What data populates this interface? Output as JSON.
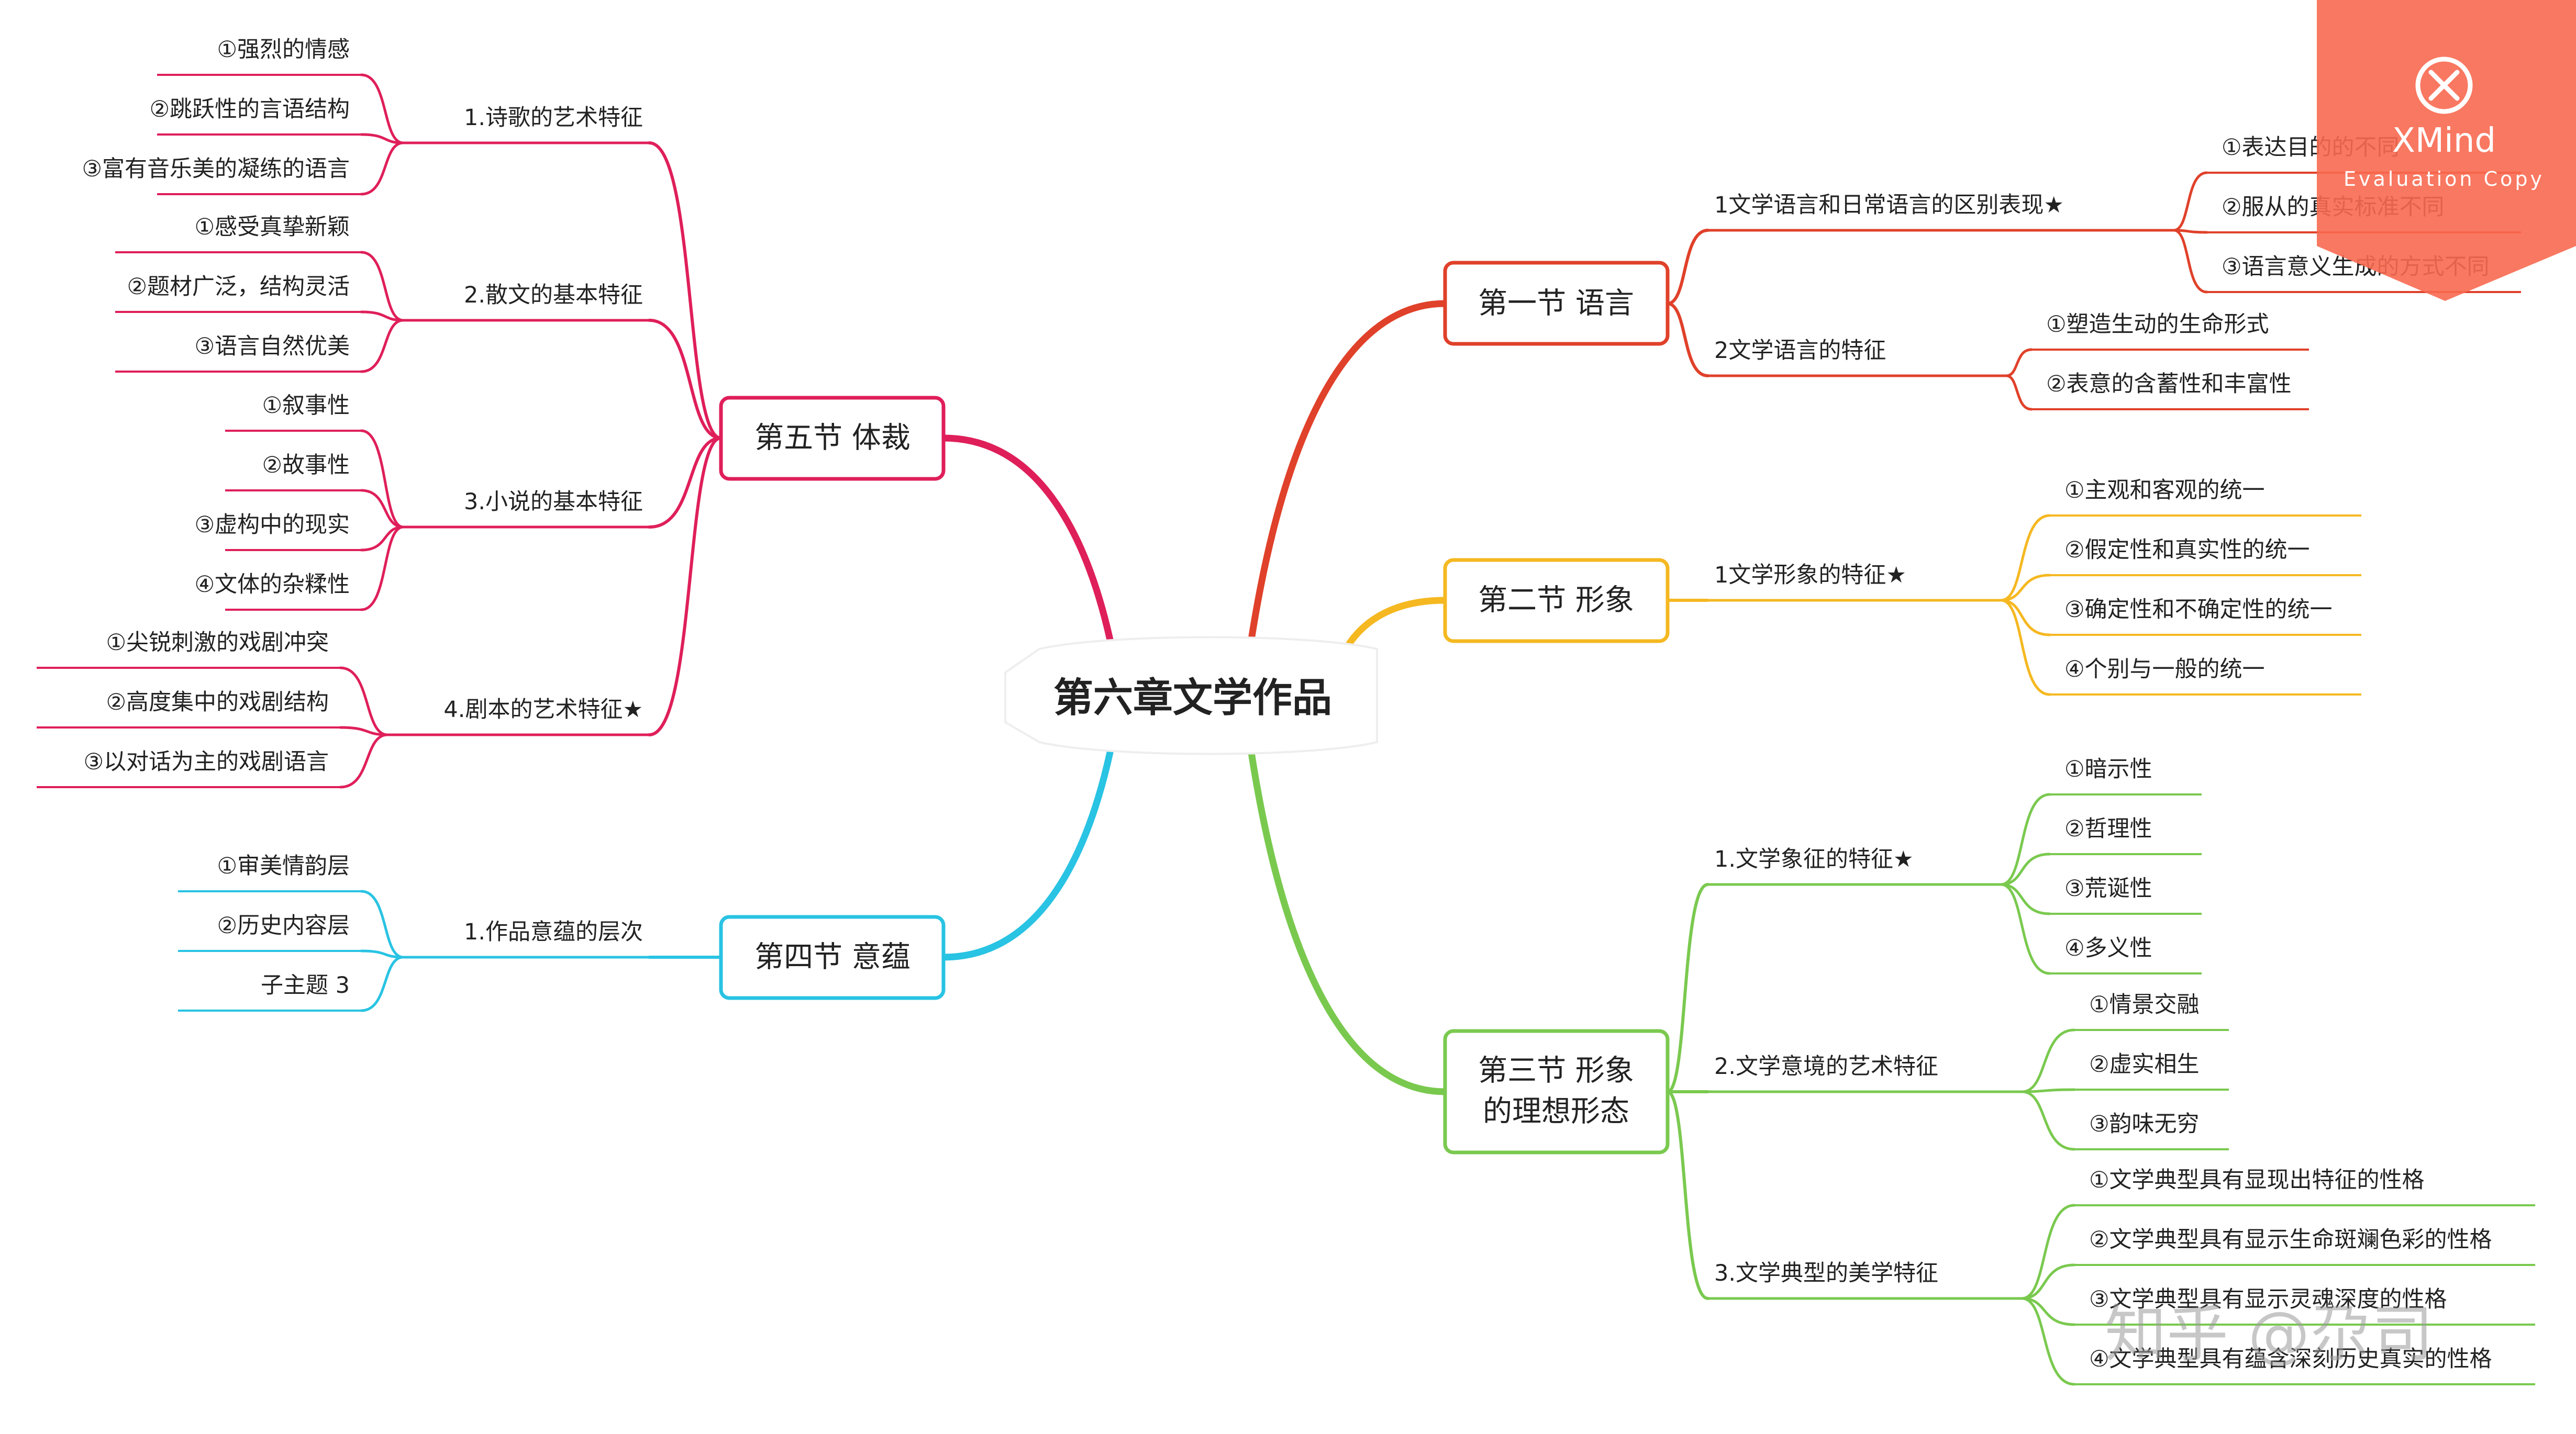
{
  "colors": {
    "language": "#e0412a",
    "image": "#f5b821",
    "ideal": "#7ac94f",
    "meaning": "#29c3e3",
    "genre": "#df1f5a",
    "watermark_bg": "#f86950"
  },
  "center": {
    "title": "第六章文学作品"
  },
  "sections": {
    "language": {
      "title": "第一节 语言",
      "subs": [
        {
          "label": "1文学语言和日常语言的区别表现★",
          "leaves": [
            "①表达目的的不同",
            "②服从的真实标准不同",
            "③语言意义生成的方式不同"
          ]
        },
        {
          "label": "2文学语言的特征",
          "leaves": [
            "①塑造生动的生命形式",
            "②表意的含蓄性和丰富性"
          ]
        }
      ]
    },
    "image": {
      "title": "第二节 形象",
      "subs": [
        {
          "label": "1文学形象的特征★",
          "leaves": [
            "①主观和客观的统一",
            "②假定性和真实性的统一",
            "③确定性和不确定性的统一",
            "④个别与一般的统一"
          ]
        }
      ]
    },
    "ideal": {
      "title_line1": "第三节 形象",
      "title_line2": "的理想形态",
      "subs": [
        {
          "label": "1.文学象征的特征★",
          "leaves": [
            "①暗示性",
            "②哲理性",
            "③荒诞性",
            "④多义性"
          ]
        },
        {
          "label": "2.文学意境的艺术特征",
          "leaves": [
            "①情景交融",
            "②虚实相生",
            "③韵味无穷"
          ]
        },
        {
          "label": "3.文学典型的美学特征",
          "leaves": [
            "①文学典型具有显现出特征的性格",
            "②文学典型具有显示生命斑斓色彩的性格",
            "③文学典型具有显示灵魂深度的性格",
            "④文学典型具有蕴含深刻历史真实的性格"
          ]
        }
      ]
    },
    "meaning": {
      "title": "第四节 意蕴",
      "subs": [
        {
          "label": "1.作品意蕴的层次",
          "leaves": [
            "①审美情韵层",
            "②历史内容层",
            "子主题 3"
          ]
        }
      ]
    },
    "genre": {
      "title": "第五节 体裁",
      "subs": [
        {
          "label": "1.诗歌的艺术特征",
          "leaves": [
            "①强烈的情感",
            "②跳跃性的言语结构",
            "③富有音乐美的凝练的语言"
          ]
        },
        {
          "label": "2.散文的基本特征",
          "leaves": [
            "①感受真挚新颖",
            "②题材广泛，结构灵活",
            "③语言自然优美"
          ]
        },
        {
          "label": "3.小说的基本特征",
          "leaves": [
            "①叙事性",
            "②故事性",
            "③虚构中的现实",
            "④文体的杂糅性"
          ]
        },
        {
          "label": "4.剧本的艺术特征★",
          "leaves": [
            "①尖锐刺激的戏剧冲突",
            "②高度集中的戏剧结构",
            "③以对话为主的戏剧语言"
          ]
        }
      ]
    }
  },
  "watermark": {
    "icon": "close-x-icon",
    "brand": "XMind",
    "edition": "Evaluation Copy"
  },
  "credit": "知乎 @尕司"
}
